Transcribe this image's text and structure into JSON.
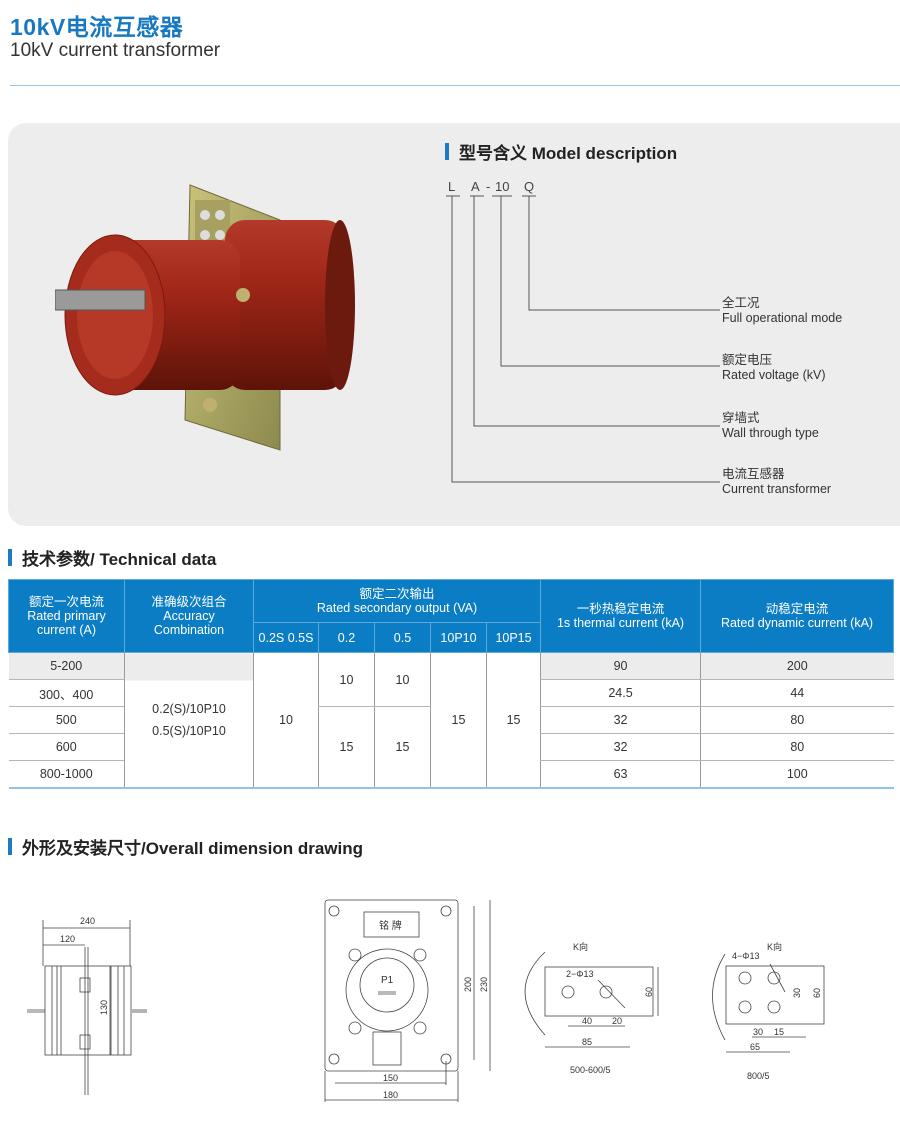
{
  "header": {
    "title_cn": "10kV电流互感器",
    "title_en": "10kV current transformer"
  },
  "model": {
    "heading": "型号含义 Model description",
    "code": [
      "L",
      "A",
      "-",
      "10",
      "Q"
    ],
    "items": [
      {
        "cn": "全工况",
        "en": "Full operational mode"
      },
      {
        "cn": "额定电压",
        "en": "Rated  voltage (kV)"
      },
      {
        "cn": "穿墙式",
        "en": "Wall through type"
      },
      {
        "cn": "电流互感器",
        "en": "Current transformer"
      }
    ]
  },
  "tech": {
    "heading": "技术参数/ Technical data",
    "headers": {
      "primary": [
        "额定一次电流",
        "Rated  primary",
        "current (A)"
      ],
      "accuracy": [
        "准确级次组合",
        "Accuracy",
        "Combination"
      ],
      "secondary": [
        "额定二次输出",
        "Rated  secondary output (VA)"
      ],
      "sub": [
        "0.2S 0.5S",
        "0.2",
        "0.5",
        "10P10",
        "10P15"
      ],
      "thermal": [
        "一秒热稳定电流",
        "1s thermal current (kA)"
      ],
      "dynamic": [
        "动稳定电流",
        "Rated dynamic current (kA)"
      ]
    },
    "rows": [
      {
        "primary": "5-200",
        "thermal": "90",
        "dynamic": "200"
      },
      {
        "primary": "300、400",
        "thermal": "24.5",
        "dynamic": "44"
      },
      {
        "primary": "500",
        "thermal": "32",
        "dynamic": "80"
      },
      {
        "primary": "600",
        "thermal": "32",
        "dynamic": "80"
      },
      {
        "primary": "800-1000",
        "thermal": "63",
        "dynamic": "100"
      }
    ],
    "accuracy": [
      "0.2(S)/10P10",
      "0.5(S)/10P10"
    ],
    "merged": {
      "s02s05s": "10",
      "s02_top": "10",
      "s05_top": "10",
      "s02_bot": "15",
      "s05_bot": "15",
      "p10": "15",
      "p15": "15"
    }
  },
  "drawing": {
    "heading": "外形及安装尺寸/Overall dimension drawing",
    "side": {
      "d240": "240",
      "d120": "120",
      "d130": "130"
    },
    "front": {
      "plate": "铭 牌",
      "p1": "P1",
      "d200": "200",
      "d230": "230",
      "d150": "150",
      "d180": "180"
    },
    "k1": {
      "title": "K向",
      "holes": "2−Φ13",
      "d60": "60",
      "d40": "40",
      "d20": "20",
      "d85": "85",
      "caption": "500-600/5"
    },
    "k2": {
      "title": "K向",
      "holes": "4−Φ13",
      "d30v": "30",
      "d60": "60",
      "d30": "30",
      "d15": "15",
      "d65": "65",
      "caption": "800/5"
    }
  }
}
